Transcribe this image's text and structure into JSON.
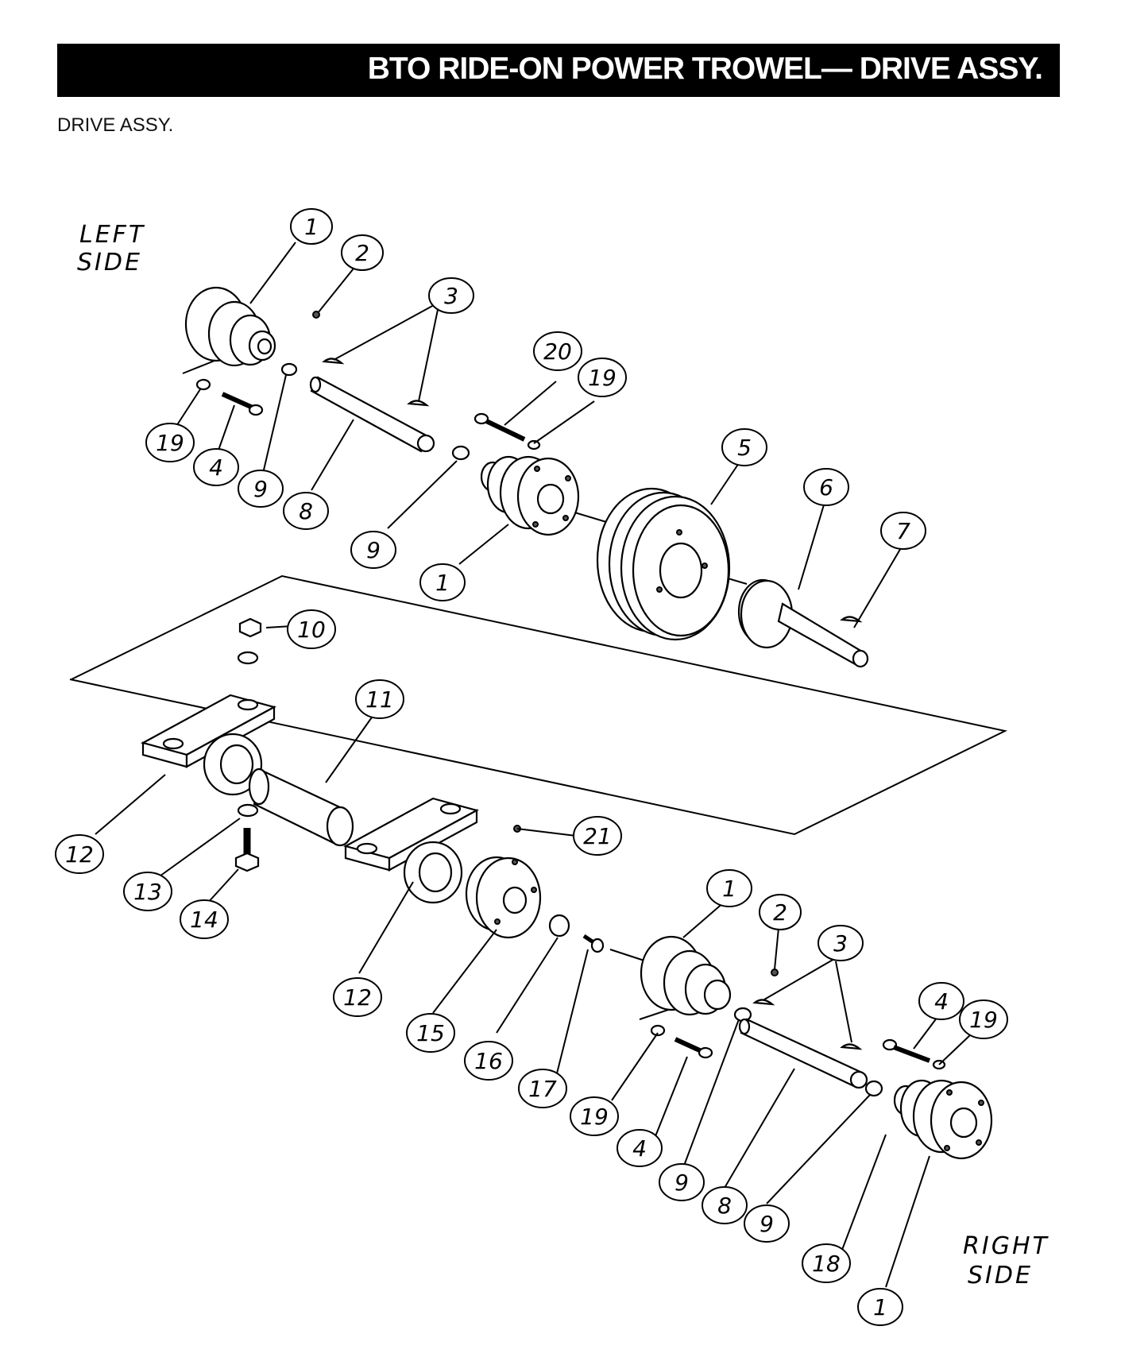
{
  "header": {
    "title": "BTO RIDE-ON POWER TROWEL—  DRIVE ASSY.",
    "subtitle": "DRIVE ASSY."
  },
  "side_labels": {
    "left_line1": "LEFT",
    "left_line2": "SIDE",
    "right_line1": "RIGHT",
    "right_line2": "SIDE"
  },
  "callouts": {
    "c1a": "1",
    "c2a": "2",
    "c3a": "3",
    "c20": "20",
    "c19a": "19",
    "c19b": "19",
    "c4a": "4",
    "c9a": "9",
    "c8a": "8",
    "c9b": "9",
    "c1b": "1",
    "c5": "5",
    "c6": "6",
    "c7": "7",
    "c10": "10",
    "c11": "11",
    "c12a": "12",
    "c13": "13",
    "c14": "14",
    "c12b": "12",
    "c21": "21",
    "c15": "15",
    "c16": "16",
    "c17": "17",
    "c1c": "1",
    "c2b": "2",
    "c3b": "3",
    "c4b": "4",
    "c19c": "19",
    "c19d": "19",
    "c4c": "4",
    "c9c": "9",
    "c8b": "8",
    "c9d": "9",
    "c18": "18",
    "c1d": "1"
  }
}
